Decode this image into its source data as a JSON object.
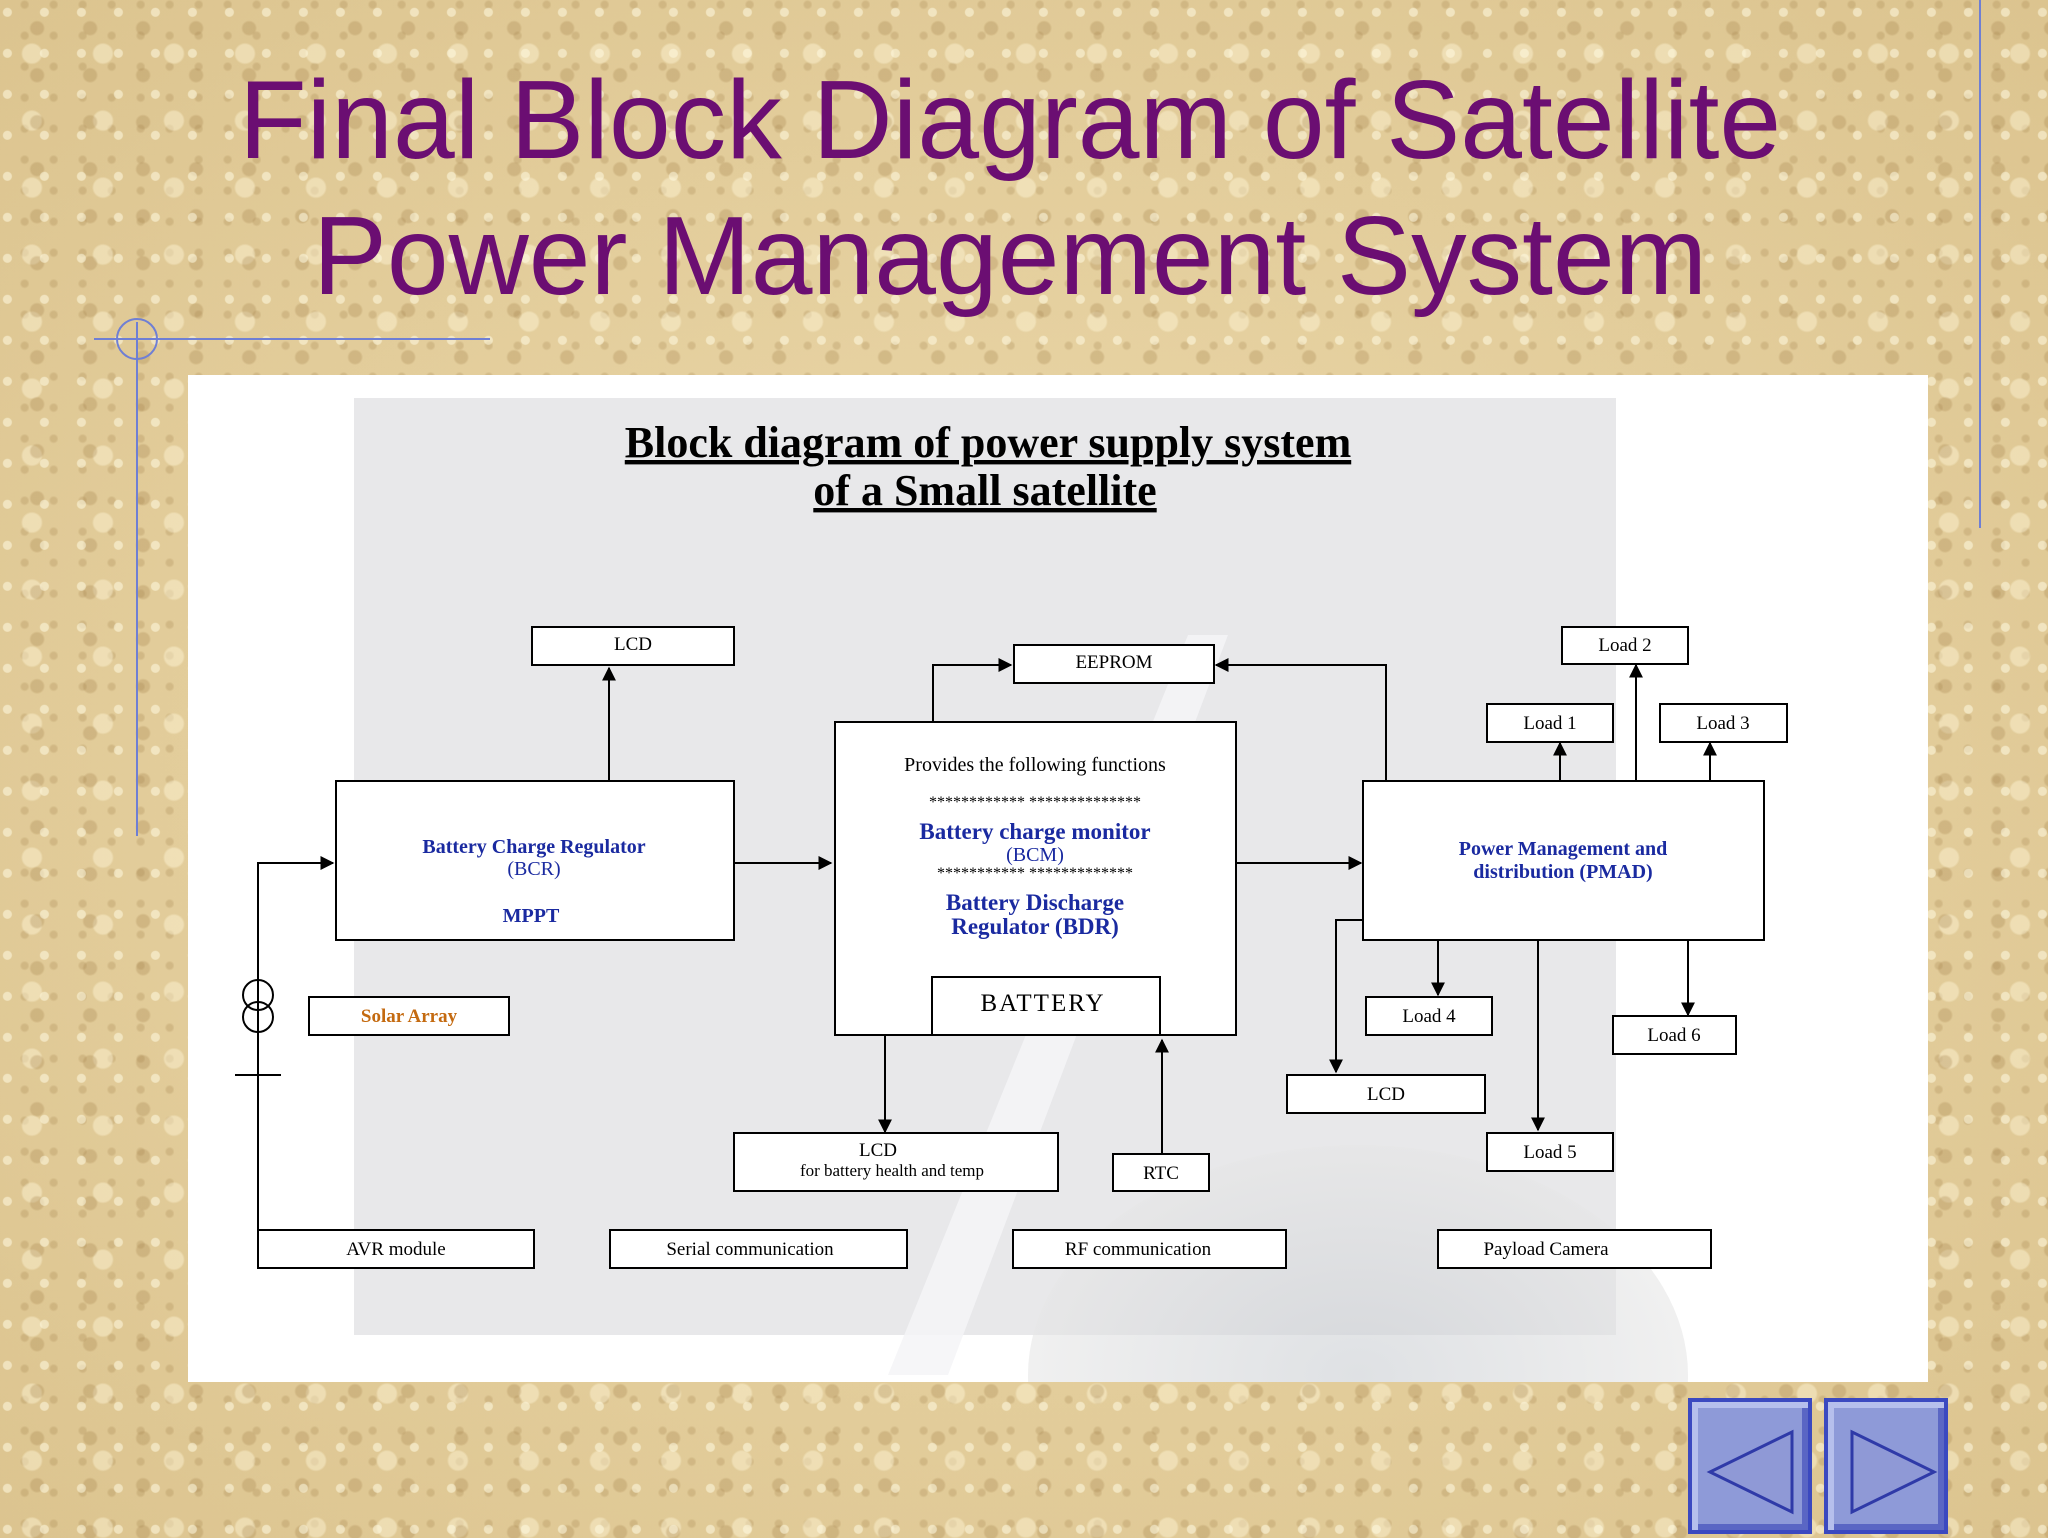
{
  "slide": {
    "title_line1": "Final Block Diagram of Satellite",
    "title_line2": "Power Management System"
  },
  "diagram": {
    "heading_line1": "Block diagram of power supply system",
    "heading_line2": "of a Small satellite",
    "lcd_top": "LCD",
    "eeprom": "EEPROM",
    "bcr_line1": "Battery Charge Regulator",
    "bcr_line2": "(BCR)",
    "bcr_mppt": "MPPT",
    "center_intro": "Provides the following functions",
    "center_stars1": "************ **************",
    "center_bcm_line1": "Battery charge monitor",
    "center_bcm_line2": "(BCM)",
    "center_stars2": "*********** *************",
    "center_bdr_line1": "Battery Discharge",
    "center_bdr_line2": "Regulator (BDR)",
    "battery": "BATTERY",
    "pmad_line1": "Power Management and",
    "pmad_line2": "distribution (PMAD)",
    "load1": "Load 1",
    "load2": "Load 2",
    "load3": "Load 3",
    "load4": "Load 4",
    "load5": "Load 5",
    "load6": "Load 6",
    "lcd_right": "LCD",
    "lcd_battery_line1": "LCD",
    "lcd_battery_line2": "for battery health and temp",
    "rtc": "RTC",
    "solar_array": "Solar Array",
    "avr_module": "AVR module",
    "serial_comm": "Serial communication",
    "rf_comm": "RF communication",
    "payload_camera": "Payload Camera"
  },
  "colors": {
    "title": "#6b0e72",
    "block_text_blue": "#1a2aa0",
    "solar_text": "#c46a10",
    "nav_button": "#8e9ad8",
    "frame_line": "#6f7fd4"
  },
  "icons": {
    "prev": "triangle-left-icon",
    "next": "triangle-right-icon",
    "solar_source": "current-source-icon"
  }
}
